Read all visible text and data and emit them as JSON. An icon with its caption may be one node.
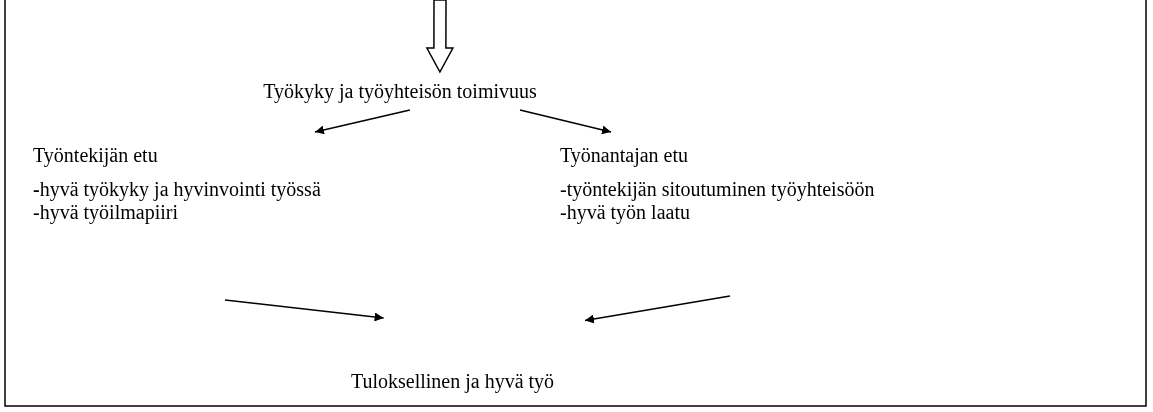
{
  "diagram": {
    "nodes": [
      {
        "text": [
          "Työkyky ja työyhteisön toimivuus"
        ]
      },
      {
        "text": [
          "Työntekijän etu",
          "**-**hyvä työkyky ja hyvinvointi työssä",
          "-hyvä työilmapiiri"
        ]
      },
      {
        "text": [
          "Työnantajan etu",
          "-työntekijän sitoutuminen työyhteisöön",
          "-hyvä työn laatu"
        ]
      },
      {
        "text": [
          "Tuloksellinen ja hyvä työ"
        ]
      }
    ],
    "edges": [
      {
        "from": null,
        "to": 0,
        "arrow": "to",
        "style": "thick"
      },
      {
        "from": 0,
        "to": 1,
        "arrow": "to"
      },
      {
        "from": 0,
        "to": 2,
        "arrow": "to"
      },
      {
        "from": 1,
        "to": 3,
        "arrow": "to"
      },
      {
        "from": 2,
        "to": 3,
        "arrow": "to"
      }
    ]
  }
}
